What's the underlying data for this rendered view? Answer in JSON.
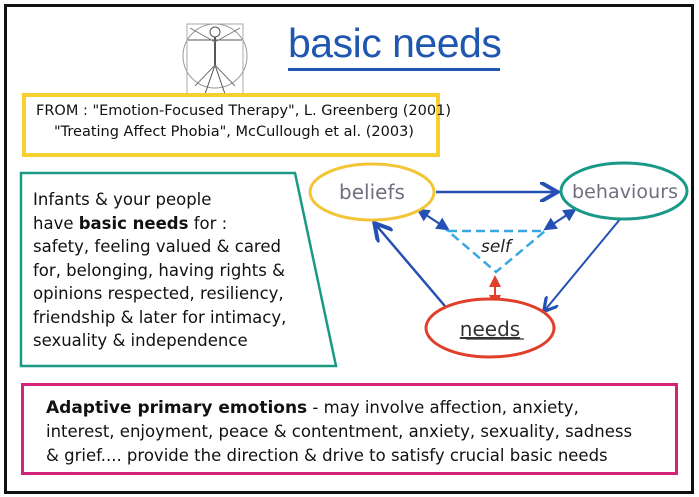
{
  "header": {
    "title": "basic needs"
  },
  "source": {
    "line1": "FROM : \"Emotion-Focused Therapy\", L. Greenberg (2001)",
    "line2": "\"Treating Affect Phobia\", McCullough et al. (2003)"
  },
  "needs_panel": {
    "line1": "Infants & your people",
    "line2_pre": "have ",
    "line2_bold": "basic needs",
    "line2_post": " for :",
    "line3": "safety, feeling valued & cared",
    "line4": "for, belonging, having rights &",
    "line5": "opinions respected, resiliency,",
    "line6": "friendship & later for intimacy,",
    "line7": "sexuality & independence"
  },
  "diagram": {
    "nodes": {
      "beliefs": "beliefs",
      "behaviours": "behaviours",
      "needs": "needs",
      "self": "self"
    },
    "colors": {
      "beliefs": "#f2c436",
      "behaviours": "#1a9a86",
      "needs": "#e0402a",
      "self": "#3aa8e0",
      "arrow": "#2450b4"
    }
  },
  "emotions_panel": {
    "bold": "Adaptive primary emotions",
    "line1_rest": " - may involve affection, anxiety,",
    "line2": "interest, enjoyment, peace & contentment, anxiety, sexuality, sadness",
    "line3": "& grief.... provide the direction & drive to satisfy crucial basic needs"
  }
}
